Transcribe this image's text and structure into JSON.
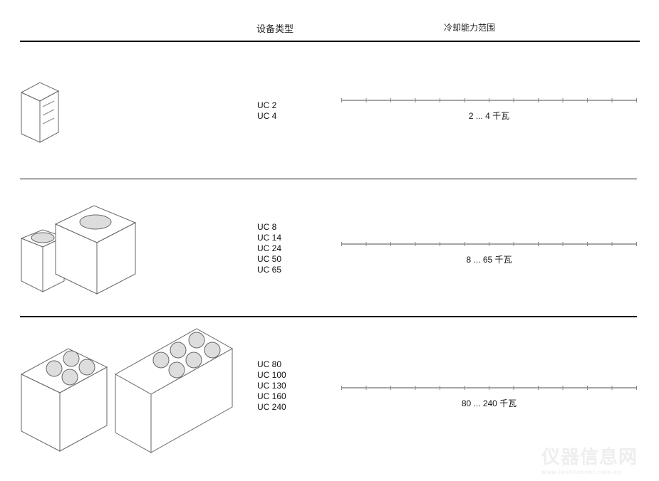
{
  "header": {
    "type_label": "设备类型",
    "range_label": "冷却能力范围"
  },
  "rows": [
    {
      "models": [
        "UC 2",
        "UC 4"
      ],
      "range": "2 ... 4 千瓦"
    },
    {
      "models": [
        "UC 8",
        "UC 14",
        "UC 24",
        "UC 50",
        "UC 65"
      ],
      "range": "8 ... 65 千瓦"
    },
    {
      "models": [
        "UC 80",
        "UC 100",
        "UC 130",
        "UC 160",
        "UC 240"
      ],
      "range": "80 ... 240 千瓦"
    }
  ],
  "watermark": {
    "name": "仪器信息网",
    "url": "www.instrument.com.cn"
  }
}
